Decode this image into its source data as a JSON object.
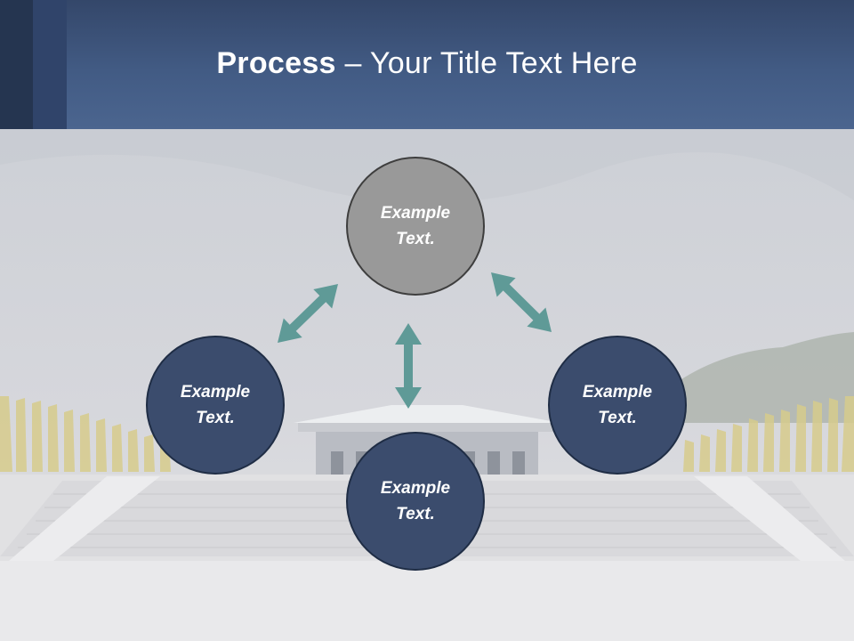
{
  "slide": {
    "title_bold": "Process",
    "title_rest": " – Your Title Text Here"
  },
  "diagram": {
    "nodes": [
      {
        "id": "top",
        "label": "Example Text.",
        "color": "#999999"
      },
      {
        "id": "left",
        "label": "Example Text.",
        "color": "#3b4c6d"
      },
      {
        "id": "right",
        "label": "Example Text.",
        "color": "#3b4c6d"
      },
      {
        "id": "bottom",
        "label": "Example Text.",
        "color": "#3b4c6d"
      }
    ],
    "arrow_color": "#5f9a97",
    "edges": [
      {
        "from": "top",
        "to": "left",
        "bidirectional": true
      },
      {
        "from": "top",
        "to": "right",
        "bidirectional": true
      },
      {
        "from": "top",
        "to": "bottom",
        "bidirectional": true
      }
    ]
  }
}
